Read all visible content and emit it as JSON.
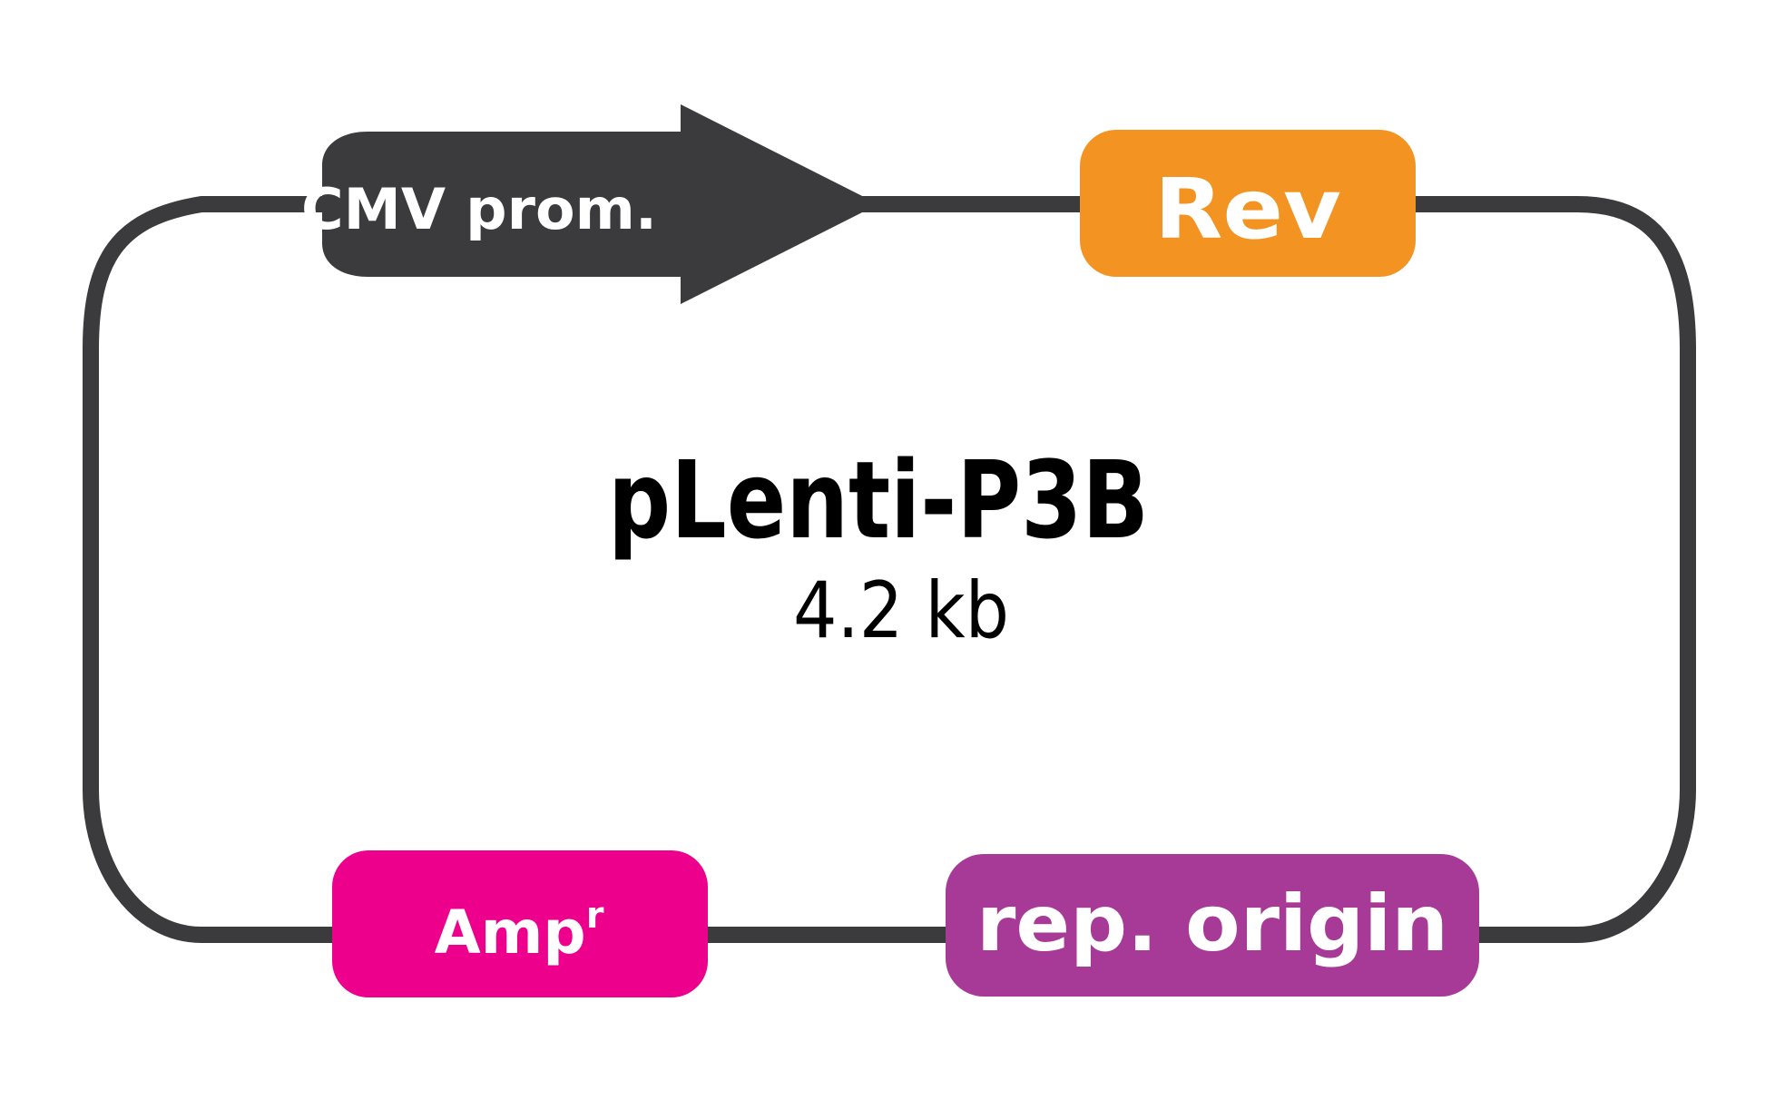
{
  "plasmid": {
    "name": "pLenti-P3B",
    "size": "4.2 kb"
  },
  "features": {
    "cmv": {
      "label": "CMV prom.",
      "color": "#3b3b3d",
      "icon": "promoter-arrow"
    },
    "rev": {
      "label": "Rev",
      "color": "#f39321"
    },
    "ampr": {
      "label": "Amp",
      "superscript": "r",
      "color": "#ec008c"
    },
    "origin": {
      "label": "rep. origin",
      "color": "#a73a96"
    }
  },
  "colors": {
    "backbone": "#3b3b3d",
    "label_text": "#ffffff",
    "center_text": "#000000"
  }
}
